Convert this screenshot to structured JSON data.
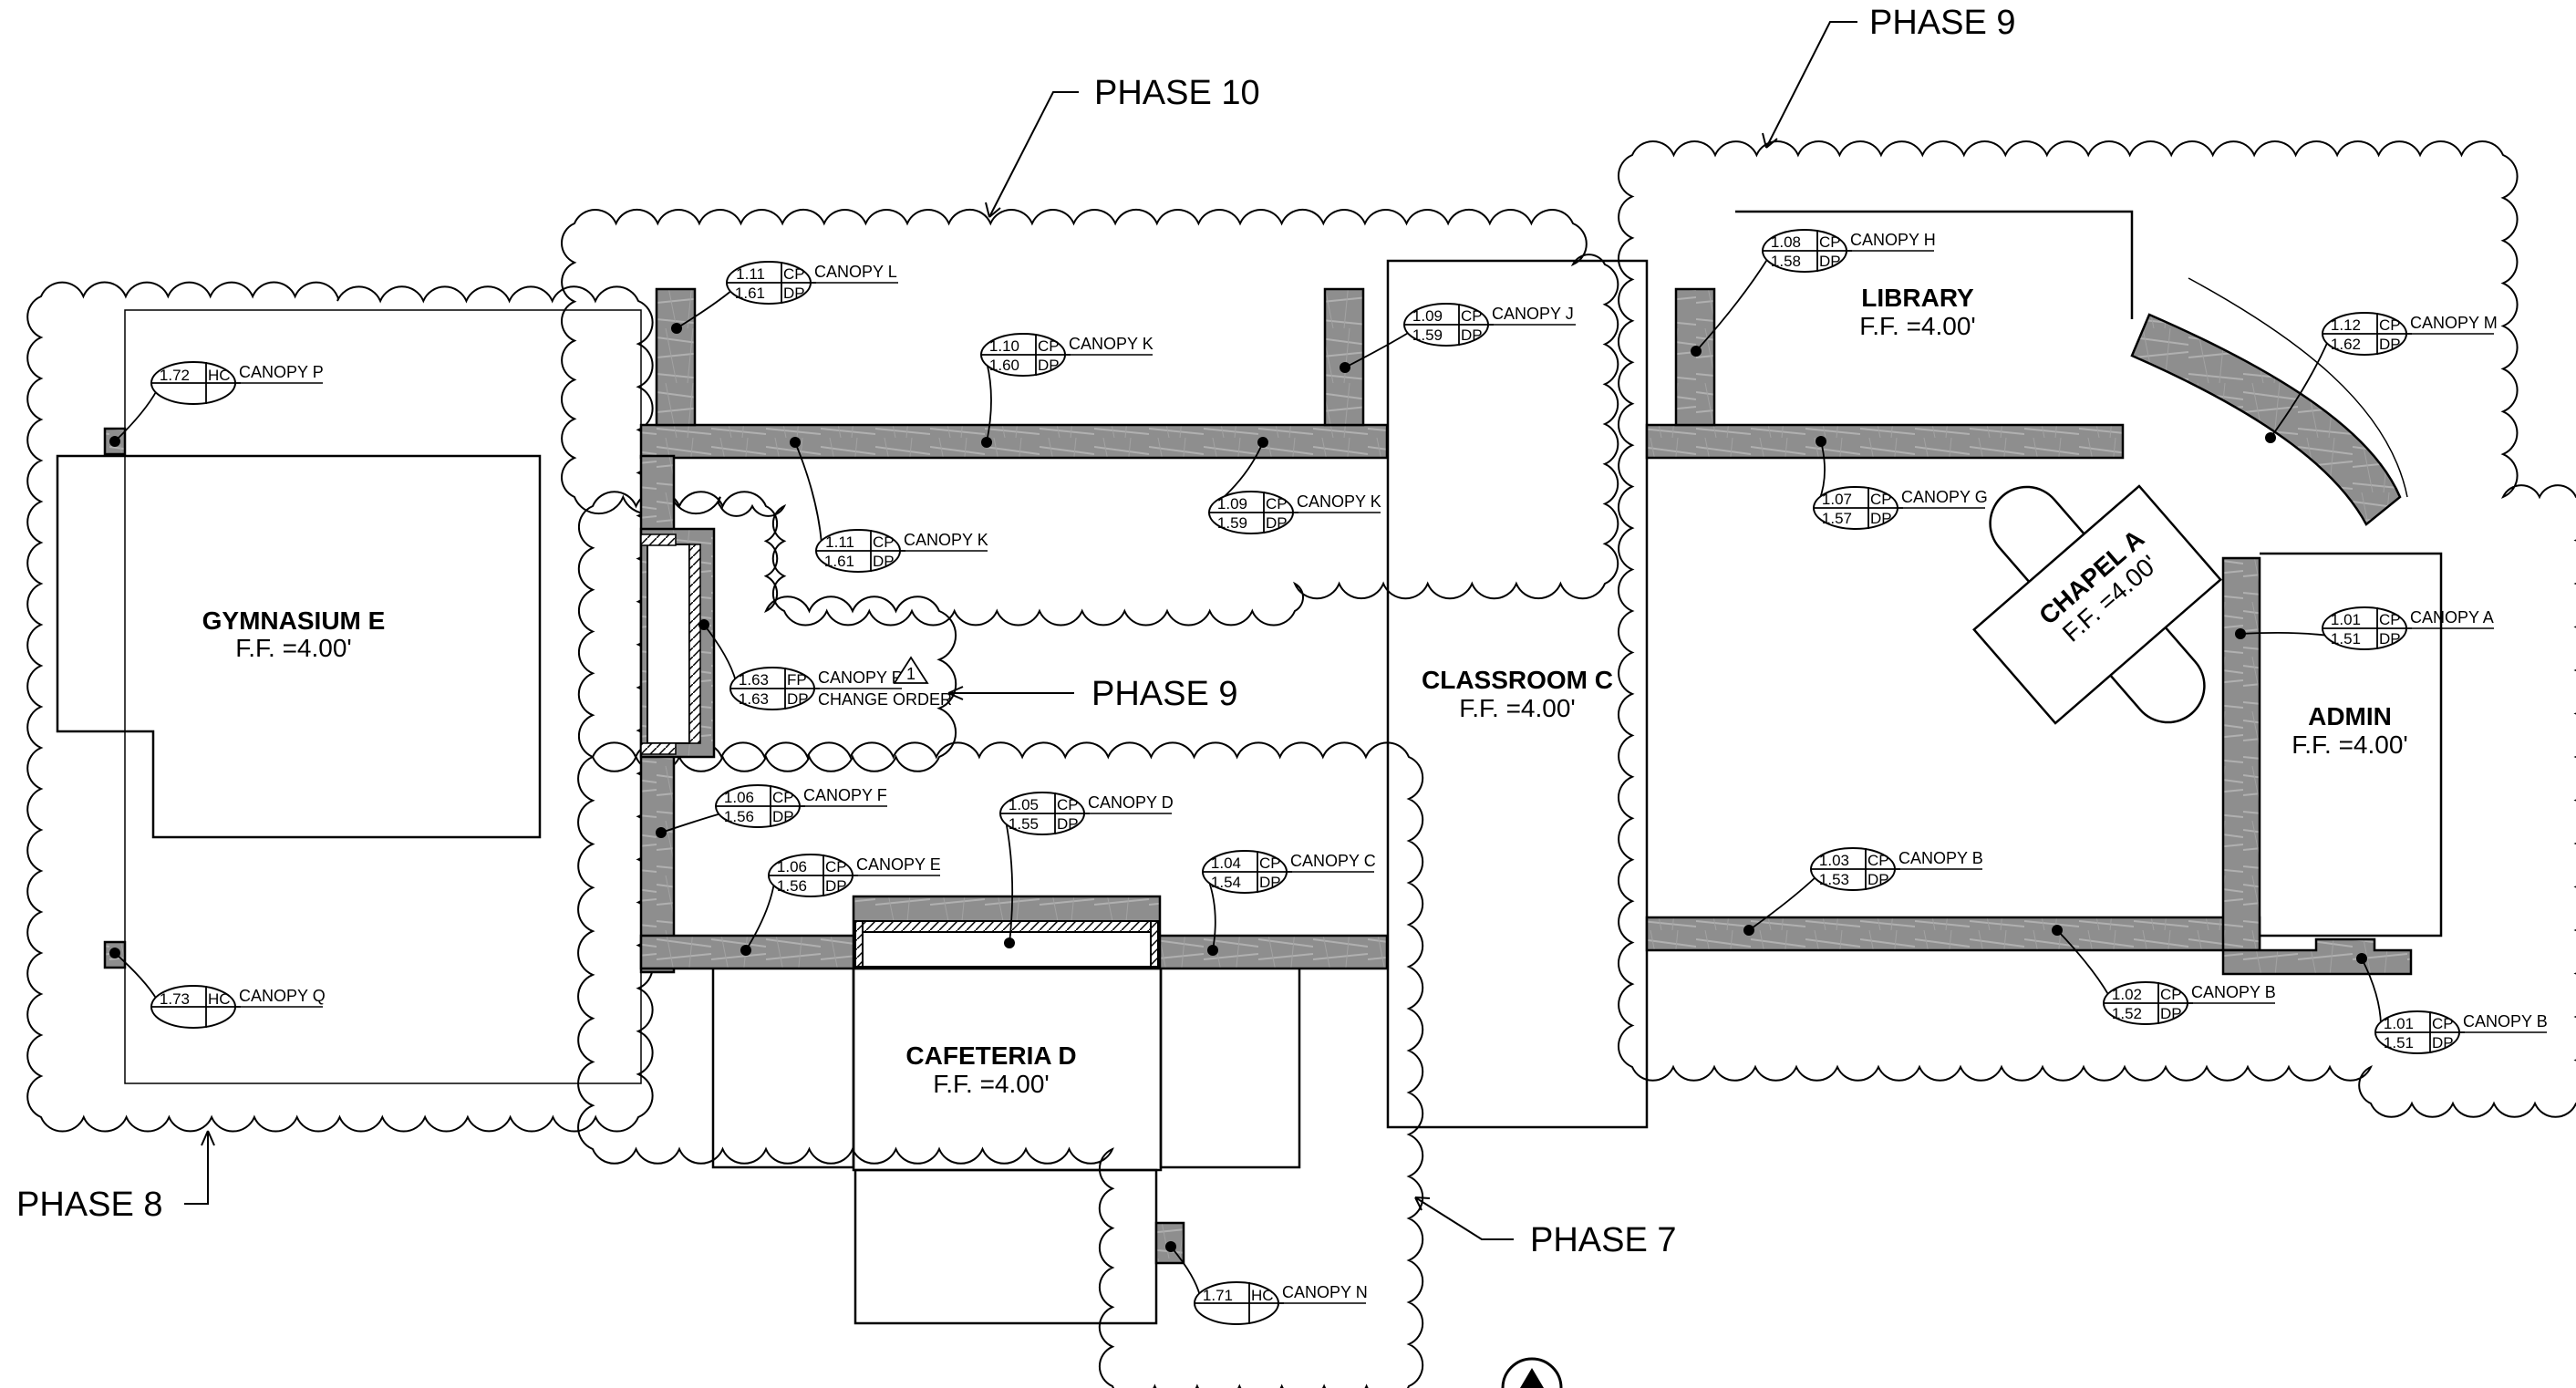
{
  "phases": [
    {
      "label": "PHASE 10"
    },
    {
      "label": "PHASE 9"
    },
    {
      "label": "PHASE 9"
    },
    {
      "label": "PHASE 8"
    },
    {
      "label": "PHASE 7"
    }
  ],
  "buildings": [
    {
      "name": "GYMNASIUM E",
      "ff": "F.F. =4.00'"
    },
    {
      "name": "CLASSROOM C",
      "ff": "F.F. =4.00'"
    },
    {
      "name": "LIBRARY",
      "ff": "F.F. =4.00'"
    },
    {
      "name": "CHAPEL A",
      "ff": "F.F. =4.00'"
    },
    {
      "name": "ADMIN",
      "ff": "F.F. =4.00'"
    },
    {
      "name": "CAFETERIA D",
      "ff": "F.F. =4.00'"
    }
  ],
  "canopies": [
    {
      "top": "1.11",
      "top_code": "CP",
      "bottom": "1.61",
      "bottom_code": "DP",
      "name": "CANOPY L"
    },
    {
      "top": "1.10",
      "top_code": "CP",
      "bottom": "1.60",
      "bottom_code": "DP",
      "name": "CANOPY K"
    },
    {
      "top": "1.09",
      "top_code": "CP",
      "bottom": "1.59",
      "bottom_code": "DP",
      "name": "CANOPY J"
    },
    {
      "top": "1.09",
      "top_code": "CP",
      "bottom": "1.59",
      "bottom_code": "DP",
      "name": "CANOPY K"
    },
    {
      "top": "1.11",
      "top_code": "CP",
      "bottom": "1.61",
      "bottom_code": "DP",
      "name": "CANOPY K"
    },
    {
      "top": "1.72",
      "top_code": "HC",
      "bottom": "",
      "bottom_code": "",
      "name": "CANOPY P"
    },
    {
      "top": "1.73",
      "top_code": "HC",
      "bottom": "",
      "bottom_code": "",
      "name": "CANOPY Q"
    },
    {
      "top": "1.63",
      "top_code": "FP",
      "bottom": "1.63",
      "bottom_code": "DP",
      "name": "CANOPY R",
      "note": "CHANGE ORDER",
      "revision": "1"
    },
    {
      "top": "1.06",
      "top_code": "CP",
      "bottom": "1.56",
      "bottom_code": "DP",
      "name": "CANOPY F"
    },
    {
      "top": "1.06",
      "top_code": "CP",
      "bottom": "1.56",
      "bottom_code": "DP",
      "name": "CANOPY E"
    },
    {
      "top": "1.05",
      "top_code": "CP",
      "bottom": "1.55",
      "bottom_code": "DP",
      "name": "CANOPY D"
    },
    {
      "top": "1.04",
      "top_code": "CP",
      "bottom": "1.54",
      "bottom_code": "DP",
      "name": "CANOPY C"
    },
    {
      "top": "1.71",
      "top_code": "HC",
      "bottom": "",
      "bottom_code": "",
      "name": "CANOPY N"
    },
    {
      "top": "1.08",
      "top_code": "CP",
      "bottom": "1.58",
      "bottom_code": "DP",
      "name": "CANOPY H"
    },
    {
      "top": "1.07",
      "top_code": "CP",
      "bottom": "1.57",
      "bottom_code": "DP",
      "name": "CANOPY G"
    },
    {
      "top": "1.12",
      "top_code": "CP",
      "bottom": "1.62",
      "bottom_code": "DP",
      "name": "CANOPY M"
    },
    {
      "top": "1.01",
      "top_code": "CP",
      "bottom": "1.51",
      "bottom_code": "DP",
      "name": "CANOPY A"
    },
    {
      "top": "1.03",
      "top_code": "CP",
      "bottom": "1.53",
      "bottom_code": "DP",
      "name": "CANOPY B"
    },
    {
      "top": "1.02",
      "top_code": "CP",
      "bottom": "1.52",
      "bottom_code": "DP",
      "name": "CANOPY B"
    },
    {
      "top": "1.01",
      "top_code": "CP",
      "bottom": "1.51",
      "bottom_code": "DP",
      "name": "CANOPY B"
    }
  ],
  "colors": {
    "line": "#000000",
    "canopy_fill": "#8c8c8c",
    "cloud": "#000000"
  }
}
